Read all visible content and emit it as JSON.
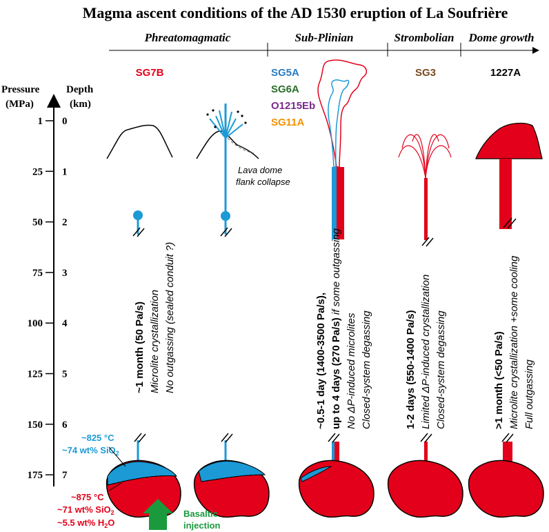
{
  "title": "Magma ascent conditions of the AD 1530 eruption of La Soufrière",
  "phases": [
    "Phreatomagmatic",
    "Sub-Plinian",
    "Strombolian",
    "Dome growth"
  ],
  "samples": {
    "phreato": "SG7B",
    "subplinian": [
      "SG5A",
      "SG6A",
      "O1215Eb",
      "SG11A"
    ],
    "strombolian": "SG3",
    "dome": "1227A"
  },
  "axis": {
    "pressure_label": "Pressure",
    "pressure_unit": "(MPa)",
    "depth_label": "Depth",
    "depth_unit": "(km)",
    "pressure_ticks": [
      "1",
      "25",
      "50",
      "75",
      "100",
      "125",
      "150",
      "175"
    ],
    "depth_ticks": [
      "0",
      "1",
      "2",
      "3",
      "4",
      "5",
      "6",
      "7"
    ]
  },
  "annotations": {
    "dome_collapse": [
      "Lava dome",
      "flank collapse"
    ],
    "upper_conditions": {
      "temp": "~825 °C",
      "silica": "~74 wt% SiO",
      "silica_sub": "2"
    },
    "lower_conditions": {
      "temp": "~875 °C",
      "silica": "~71 wt% SiO",
      "silica_sub": "2",
      "water": "~5.5 wt% H",
      "water_sub": "2",
      "water_tail": "O"
    },
    "injection": [
      "Basaltic",
      "injection"
    ]
  },
  "phase_texts": {
    "phreato": [
      "~1 month (50 Pa/s)",
      "Microlite crystallization",
      "No outgassing (sealed conduit ?)"
    ],
    "subplinian": [
      "~0.5-1 day (1400-3500 Pa/s),",
      "up to 4 days (270 Pa/s)",
      " if some outgassing",
      "No ΔP-induced microlites",
      "Closed-system degassing"
    ],
    "strombolian": [
      "1-2 days (550-1400 Pa/s)",
      "Limited ΔP-induced crystallization",
      "Closed-system degassing"
    ],
    "dome": [
      ">1 month (<50 Pa/s)",
      "Microlite crystallization +some cooling",
      "Full outgassing"
    ]
  },
  "colors": {
    "red": "#e2001a",
    "blue": "#1b9ad6",
    "green": "#1a9a3c",
    "purple": "#7b2a8a",
    "orange": "#f39200",
    "brown": "#7a4a1f",
    "sg5a": "#2b7bbf",
    "sg6a": "#2b6e2b"
  }
}
